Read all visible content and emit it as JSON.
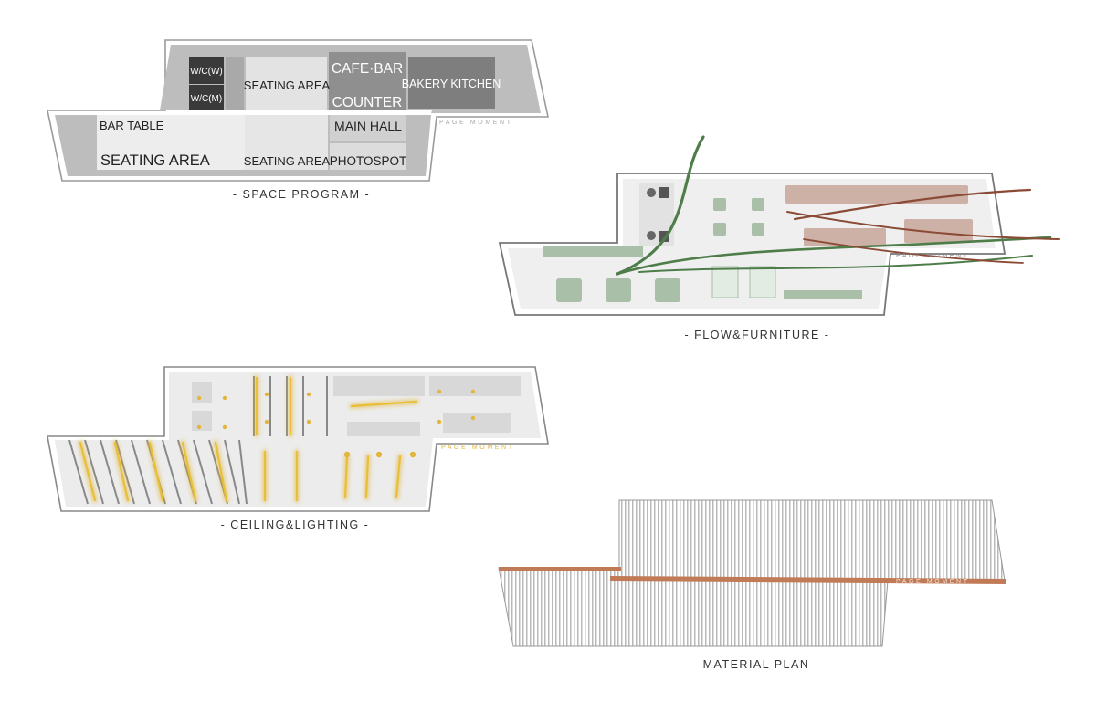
{
  "watermark": "PAGE MOMENT",
  "colors": {
    "flow_green": "#4e7d4a",
    "flow_brown": "#8b4a35",
    "light_gold": "#e2b63c",
    "material_copper": "#c07a55",
    "furniture_green": "#a9bfa8",
    "kitchen_brown": "#cdb0a6"
  },
  "space_program": {
    "caption": "- SPACE PROGRAM -",
    "wc_women": "W/C(W)",
    "wc_men": "W/C(M)",
    "seating_upper": "SEATING AREA",
    "cafe_bar": "CAFE·BAR",
    "counter": "COUNTER",
    "bakery_kitchen": "BAKERY KITCHEN",
    "bar_table": "BAR TABLE",
    "seating_large": "SEATING AREA",
    "seating_middle": "SEATING AREA",
    "main_hall": "MAIN HALL",
    "photospot": "PHOTOSPOT"
  },
  "flow_furniture": {
    "caption": "- FLOW&FURNITURE -"
  },
  "ceiling_lighting": {
    "caption": "- CEILING&LIGHTING -"
  },
  "material_plan": {
    "caption": "- MATERIAL PLAN -"
  }
}
